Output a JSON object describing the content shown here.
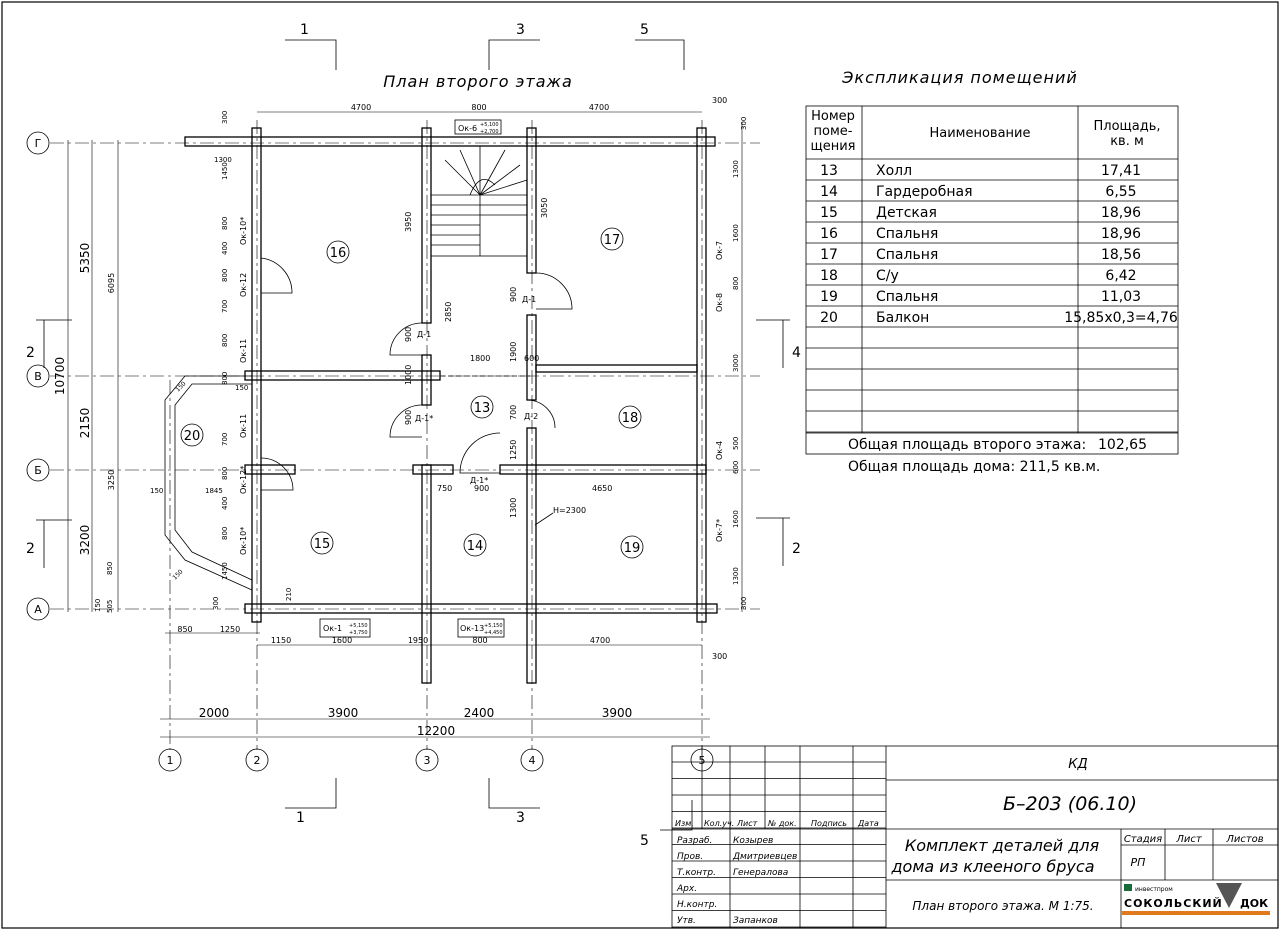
{
  "plan": {
    "title": "План второго этажа",
    "axes_numbers": [
      "1",
      "2",
      "3",
      "4",
      "5"
    ],
    "axes_letters": [
      "А",
      "Б",
      "В",
      "Г"
    ],
    "section_marks": [
      "1",
      "3",
      "5",
      "2",
      "4"
    ],
    "rooms": [
      "13",
      "14",
      "15",
      "16",
      "17",
      "18",
      "19",
      "20"
    ],
    "windows": [
      "Ок-6",
      "Ок-10*",
      "Ок-12",
      "Ок-11",
      "Ок-11",
      "Ок-12*",
      "Ок-10*",
      "Ок-7",
      "Ок-8",
      "Ок-4",
      "Ок-7*",
      "Ок-1",
      "Ок-13"
    ],
    "window_levels": {
      "ok6": "+5,100",
      "ok6b": "+2,700",
      "ok1": "+5,150",
      "ok1b": "+3,750",
      "ok13": "+5,150",
      "ok13b": "+4,450"
    },
    "doors": [
      "Д-1",
      "Д-1",
      "Д-1*",
      "Д-2",
      "Д-1*"
    ],
    "stair_height": "Н=2300",
    "dims_top": [
      "4700",
      "800",
      "4700",
      "300"
    ],
    "dims_bottom": [
      "1150",
      "1600",
      "1950",
      "800",
      "4700",
      "300",
      "850",
      "1250"
    ],
    "dims_axes": [
      "2000",
      "3900",
      "2400",
      "3900"
    ],
    "dim_total_x": "12200",
    "dims_left": [
      "5350",
      "10700",
      "2150",
      "3200",
      "6095",
      "3250"
    ],
    "dims_left_inner": [
      "300",
      "1300",
      "1450",
      "800",
      "400",
      "800",
      "700",
      "800",
      "800",
      "700",
      "800",
      "400",
      "800",
      "1450",
      "300",
      "505",
      "850",
      "150",
      "1845",
      "150",
      "150"
    ],
    "dims_inner": [
      "3950",
      "3050",
      "2850",
      "900",
      "900",
      "1900",
      "1800",
      "600",
      "1000",
      "900",
      "700",
      "1250",
      "750",
      "900",
      "4650",
      "1300",
      "210"
    ],
    "dims_right": [
      "300",
      "1300",
      "1600",
      "800",
      "3000",
      "500",
      "600",
      "1600",
      "1300",
      "300"
    ]
  },
  "explication": {
    "title": "Экспликация помещений",
    "headers": {
      "num": "Номер поме-щения",
      "name": "Наименование",
      "area": "Площадь, кв. м"
    },
    "header_lines": {
      "num": [
        "Номер",
        "поме-",
        "щения"
      ],
      "area": [
        "Площадь,",
        "кв. м"
      ]
    },
    "rows": [
      {
        "num": "13",
        "name": "Холл",
        "area": "17,41"
      },
      {
        "num": "14",
        "name": "Гардеробная",
        "area": "6,55"
      },
      {
        "num": "15",
        "name": "Детская",
        "area": "18,96"
      },
      {
        "num": "16",
        "name": "Спальня",
        "area": "18,96"
      },
      {
        "num": "17",
        "name": "Спальня",
        "area": "18,56"
      },
      {
        "num": "18",
        "name": "С/у",
        "area": "6,42"
      },
      {
        "num": "19",
        "name": "Спальня",
        "area": "11,03"
      },
      {
        "num": "20",
        "name": "Балкон",
        "area": "15,85x0,3=4,76"
      }
    ],
    "total_floor": {
      "label": "Общая площадь второго этажа:",
      "value": "102,65"
    },
    "total_house": "Общая площадь дома:  211,5 кв.м."
  },
  "stamp": {
    "code": "КД",
    "doc": "Б–203 (06.10)",
    "project": [
      "Комплект деталей для",
      "дома из клееного бруса"
    ],
    "sheet_title": "План второго этажа. М 1:75.",
    "cols": {
      "izm": "Изм.",
      "koluch": "Кол.уч.",
      "list": "Лист",
      "ndok": "№ док.",
      "podpis": "Подпись",
      "data": "Дата"
    },
    "stage_headers": {
      "stadia": "Стадия",
      "list": "Лист",
      "listov": "Листов"
    },
    "stage": "РП",
    "roles": [
      {
        "role": "Разраб.",
        "name": "Козырев"
      },
      {
        "role": "Пров.",
        "name": "Дмитриевцев"
      },
      {
        "role": "Т.контр.",
        "name": "Генералова"
      },
      {
        "role": "Арх.",
        "name": ""
      },
      {
        "role": "Н.контр.",
        "name": ""
      },
      {
        "role": "Утв.",
        "name": "Запанков"
      }
    ],
    "logo_small": "инвестпром",
    "logo_main": "СОКОЛЬСКИЙ",
    "logo_tail": "ДОК"
  }
}
